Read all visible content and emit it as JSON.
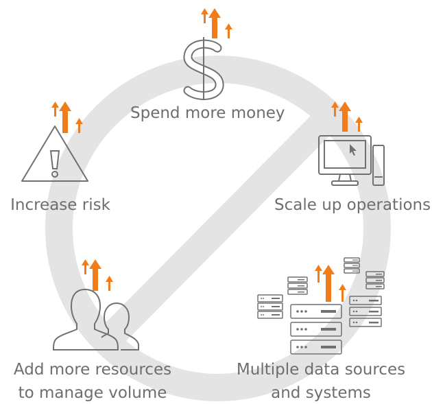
{
  "nodes": {
    "money": {
      "label": "Spend more money"
    },
    "operations": {
      "label": "Scale up operations"
    },
    "data": {
      "label_line1": "Multiple data sources",
      "label_line2": "and systems"
    },
    "resources": {
      "label_line1": "Add more resources",
      "label_line2": "to manage volume"
    },
    "risk": {
      "label": "Increase risk"
    }
  },
  "colors": {
    "arrow": "#f07d1a",
    "icon_stroke": "#707070",
    "no_symbol": "#e4e4e4",
    "text": "#6e6e6e"
  },
  "icons": {
    "money": "dollar-sign-icon",
    "operations": "computer-icon",
    "data": "server-stack-icon",
    "resources": "people-icon",
    "risk": "warning-icon",
    "increase": "up-arrows-icon"
  }
}
